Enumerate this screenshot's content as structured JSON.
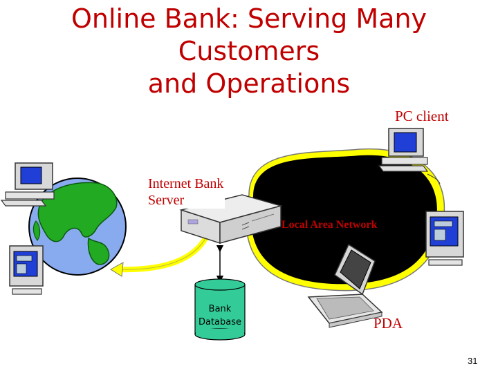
{
  "title_line1": "Online Bank: Serving Many Customers",
  "title_line2": "and Operations",
  "labels": {
    "pc_client": "PC client",
    "server_line1": "Internet Bank",
    "server_line2": "Server",
    "lan": "Local Area Network",
    "pda": "PDA",
    "db_line1": "Bank",
    "db_line2": "Database"
  },
  "page_number": "31",
  "colors": {
    "title": "#c00000",
    "network_fill": "#000000",
    "network_ring": "#ffff00",
    "database": "#33cc99",
    "globe_ocean": "#88aaee",
    "globe_land": "#22aa22",
    "monitor_screen": "#1f3fd6"
  },
  "icons": [
    "desktop-computer-icon",
    "tower-computer-icon",
    "server-icon",
    "laptop-icon",
    "globe-icon",
    "database-icon"
  ]
}
